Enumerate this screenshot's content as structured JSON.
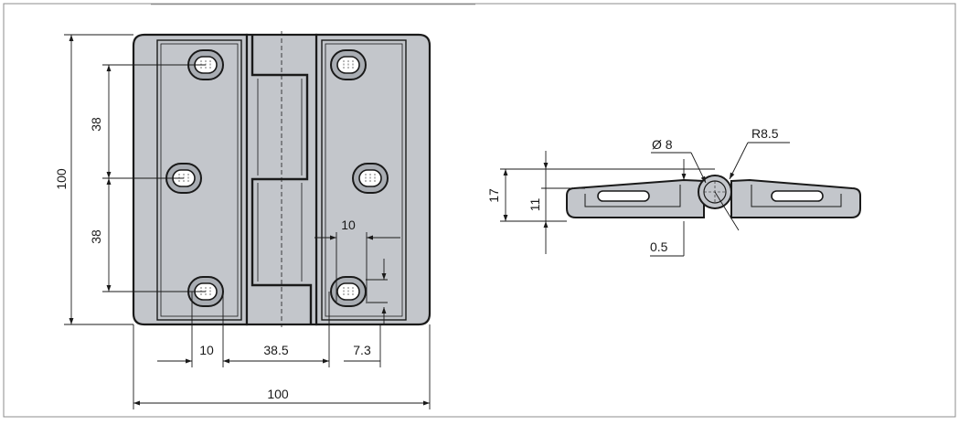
{
  "colors": {
    "steel_fill": "#c3c6cb",
    "steel_shade": "#a9adb3",
    "outline": "#1a1a1a",
    "dim_line": "#1a1a1a",
    "frame": "#8c8c8c",
    "background": "#ffffff"
  },
  "front_view": {
    "dimensions": {
      "overall_height": "100",
      "hole_spacing_upper": "38",
      "hole_spacing_lower": "38",
      "overall_width": "100",
      "slot_width_left": "10",
      "hole_row_distance": "38.5",
      "edge_offset": "7.3",
      "slot_width_right": "10"
    }
  },
  "side_view": {
    "dimensions": {
      "total_height": "17",
      "leaf_height": "11",
      "pin_diameter": "Ø 8",
      "knuckle_radius": "R8.5",
      "gap": "0.5"
    }
  }
}
